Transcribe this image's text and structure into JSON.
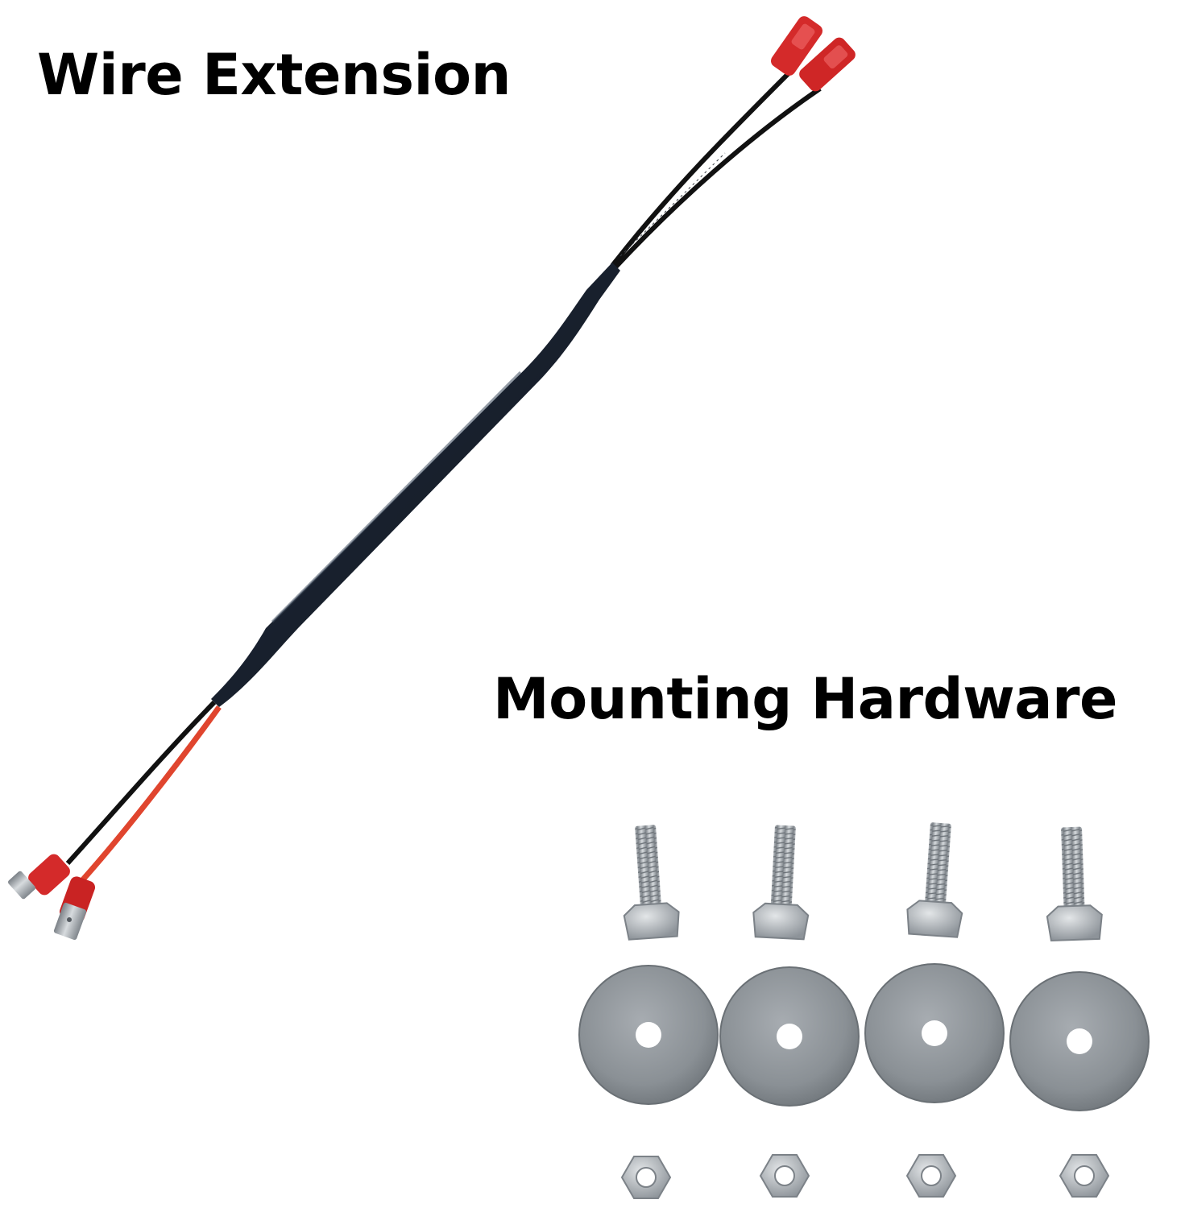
{
  "labels": {
    "wire_extension": "Wire Extension",
    "mounting_hardware": "Mounting Hardware"
  },
  "colors": {
    "background": "#ffffff",
    "text": "#000000",
    "heat_shrink": "#1a2433",
    "wire_black": "#111111",
    "wire_red": "#e0452e",
    "connector_red": "#d42a2a",
    "metal": "#a9afb4",
    "washer": "#8f9499"
  },
  "icons": {
    "wire": "wire-extension-photo",
    "bolt": "hex-bolt-icon",
    "washer": "flat-washer-icon",
    "nut": "hex-nut-icon"
  }
}
